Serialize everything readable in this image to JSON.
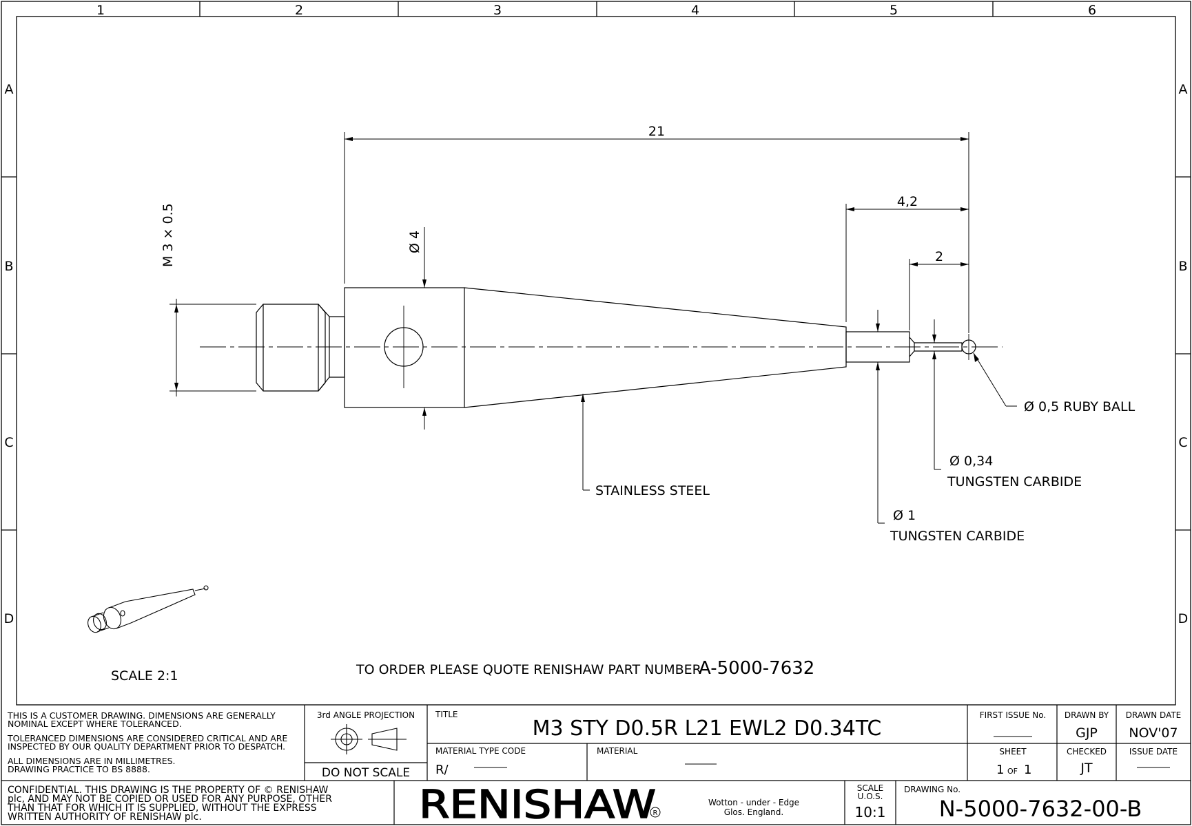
{
  "border": {
    "columns": [
      "1",
      "2",
      "3",
      "4",
      "5",
      "6"
    ],
    "rows": [
      "A",
      "B",
      "C",
      "D"
    ]
  },
  "dimensions": {
    "overall_length": "21",
    "ewl": "4,2",
    "tip_length": "2",
    "thread": "M 3 × 0.5",
    "body_diameter": "Ø 4"
  },
  "callouts": {
    "ruby_ball": "Ø 0,5 RUBY BALL",
    "tip_stem_diameter": "Ø 0,34",
    "tip_stem_material": "TUNGSTEN CARBIDE",
    "stem_diameter": "Ø 1",
    "stem_material": "TUNGSTEN CARBIDE",
    "body_material": "STAINLESS STEEL"
  },
  "notes": {
    "iso_scale": "SCALE 2:1",
    "order_prefix": "TO ORDER PLEASE QUOTE RENISHAW PART NUMBER",
    "part_number": "A-5000-7632"
  },
  "title_block": {
    "note_1a": "THIS IS A CUSTOMER DRAWING. DIMENSIONS ARE GENERALLY",
    "note_1b": "NOMINAL EXCEPT WHERE TOLERANCED.",
    "note_2a": "TOLERANCED DIMENSIONS ARE CONSIDERED CRITICAL AND ARE",
    "note_2b": "INSPECTED BY OUR QUALITY DEPARTMENT PRIOR TO DESPATCH.",
    "note_3a": "ALL DIMENSIONS ARE IN MILLIMETRES.",
    "note_3b": "DRAWING PRACTICE TO BS 8888.",
    "projection_label": "3rd ANGLE PROJECTION",
    "do_not_scale": "DO NOT SCALE",
    "title_label": "TITLE",
    "title": "M3 STY D0.5R L21 EWL2 D0.34TC",
    "material_type_code_label": "MATERIAL TYPE CODE",
    "material_type_code": "R/",
    "material_label": "MATERIAL",
    "first_issue_label": "FIRST ISSUE No.",
    "drawn_by_label": "DRAWN BY",
    "drawn_by": "GJP",
    "drawn_date_label": "DRAWN DATE",
    "drawn_date": "NOV'07",
    "sheet_label": "SHEET",
    "sheet_num": "1",
    "sheet_of": "OF",
    "sheet_total": "1",
    "checked_label": "CHECKED",
    "checked_by": "JT",
    "issue_date_label": "ISSUE DATE",
    "confidential_1": "CONFIDENTIAL. THIS DRAWING IS THE PROPERTY OF © RENISHAW",
    "confidential_2": "plc, AND MAY NOT BE COPIED OR USED FOR ANY PURPOSE, OTHER",
    "confidential_3": "THAN THAT FOR WHICH IT IS SUPPLIED, WITHOUT THE EXPRESS",
    "confidential_4": "WRITTEN AUTHORITY OF RENISHAW plc.",
    "company": "RENISHAW",
    "registered_mark": "R",
    "address_1": "Wotton - under - Edge",
    "address_2": "Glos. England.",
    "scale_label_1": "SCALE",
    "scale_label_2": "U.O.S.",
    "scale_value": "10:1",
    "drawing_no_label": "DRAWING No.",
    "drawing_no": "N-5000-7632-00-B"
  }
}
